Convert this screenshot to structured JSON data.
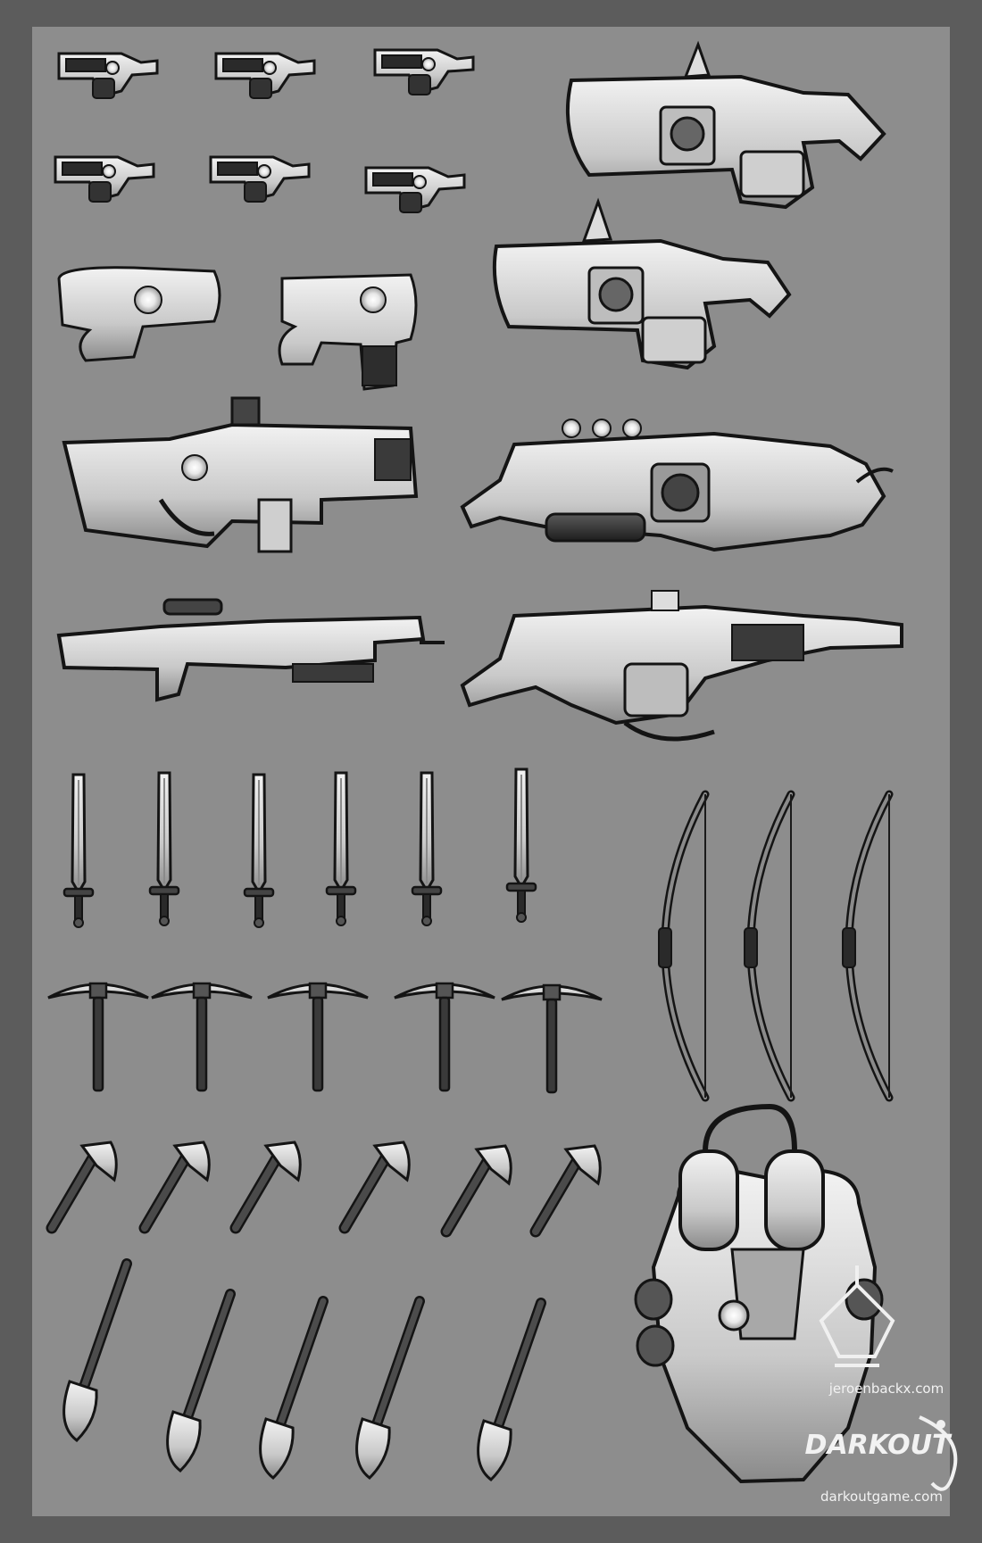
{
  "sheet": {
    "colors": {
      "frame": "#5c5c5c",
      "panel": "#8d8d8d",
      "light": "#e6e6e6",
      "mid": "#9a9a9a",
      "dark": "#262626",
      "outline": "#141414"
    },
    "icons": {
      "pistols": [
        "pistol-icon",
        "pistol-icon",
        "pistol-icon",
        "pistol-icon",
        "pistol-icon",
        "pistol-icon",
        "pistol-icon",
        "pistol-icon"
      ],
      "heavy": [
        "heavy-blaster-icon",
        "heavy-blaster-icon",
        "rifle-icon",
        "sniper-rifle-icon",
        "plasma-cannon-icon",
        "plasma-cannon-icon"
      ],
      "swords": [
        "sword-icon",
        "sword-icon",
        "sword-icon",
        "sword-icon",
        "sword-icon",
        "sword-icon"
      ],
      "bows": [
        "bow-icon",
        "bow-icon",
        "bow-icon"
      ],
      "pickaxes": [
        "pickaxe-icon",
        "pickaxe-icon",
        "pickaxe-icon",
        "pickaxe-icon",
        "pickaxe-icon"
      ],
      "axes": [
        "axe-icon",
        "axe-icon",
        "axe-icon",
        "axe-icon",
        "axe-icon",
        "axe-icon"
      ],
      "shovels": [
        "shovel-icon",
        "shovel-icon",
        "shovel-icon",
        "shovel-icon",
        "shovel-icon"
      ],
      "other": [
        "jetpack-icon",
        "jb3d-logo-icon",
        "darkout-logo-icon"
      ]
    },
    "artist_site": "jeroenbackx.com",
    "game_logo_text": "DARKOUT",
    "game_site": "darkoutgame.com"
  }
}
